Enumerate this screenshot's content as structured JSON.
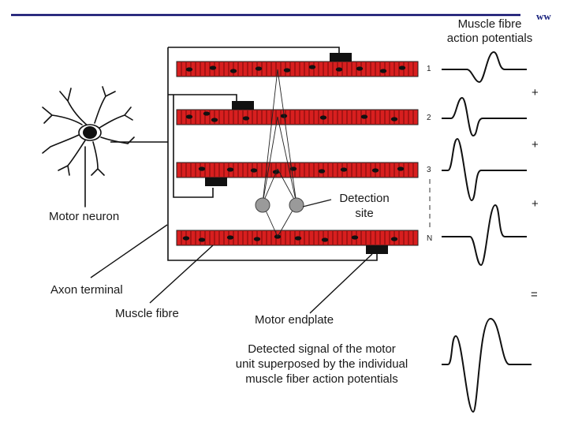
{
  "slide": {
    "corner_mark": "ww",
    "header_rule_color": "#0a0a6b"
  },
  "labels": {
    "ap_title_line1": "Muscle fibre",
    "ap_title_line2": "action potentials",
    "motor_neuron": "Motor neuron",
    "detection_line1": "Detection",
    "detection_line2": "site",
    "axon_terminal": "Axon terminal",
    "muscle_fibre": "Muscle fibre",
    "motor_endplate": "Motor endplate",
    "detected_line1": "Detected signal of the motor",
    "detected_line2": "unit superposed by the individual",
    "detected_line3": "muscle fiber action potentials"
  },
  "fibres": [
    {
      "index_label": "1"
    },
    {
      "index_label": "2"
    },
    {
      "index_label": "3"
    },
    {
      "index_label": "N"
    }
  ],
  "operators": [
    "+",
    "+",
    "+",
    "="
  ],
  "colors": {
    "fibre_red": "#d81f1f",
    "nucleus": "#111111",
    "electrode": "#9a9a9a"
  }
}
